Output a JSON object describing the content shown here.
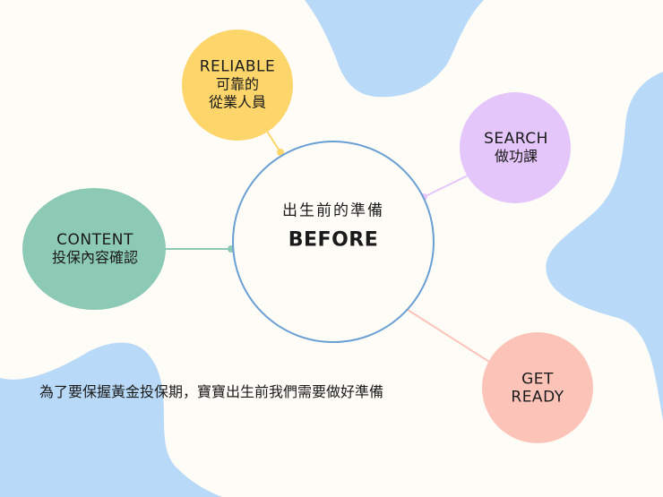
{
  "colors": {
    "background": "#fefcf7",
    "blob": "#b8d9f7",
    "center_stroke": "#6a9fd4",
    "reliable": "#fcd56b",
    "search": "#e5c6fa",
    "content": "#8ccab5",
    "get_ready": "#fcc4b9"
  },
  "center": {
    "title_zh": "出生前的準備",
    "title_en": "BEFORE"
  },
  "nodes": [
    {
      "id": "reliable",
      "line1": "RELIABLE",
      "line2": "可靠的",
      "line3": "從業人員"
    },
    {
      "id": "search",
      "line1": "SEARCH",
      "line2": "做功課"
    },
    {
      "id": "content",
      "line1": "CONTENT",
      "line2": "投保內容確認"
    },
    {
      "id": "get_ready",
      "line1": "GET",
      "line2": "READY"
    }
  ],
  "caption": "為了要保握黃金投保期，寶寶出生前我們需要做好準備"
}
